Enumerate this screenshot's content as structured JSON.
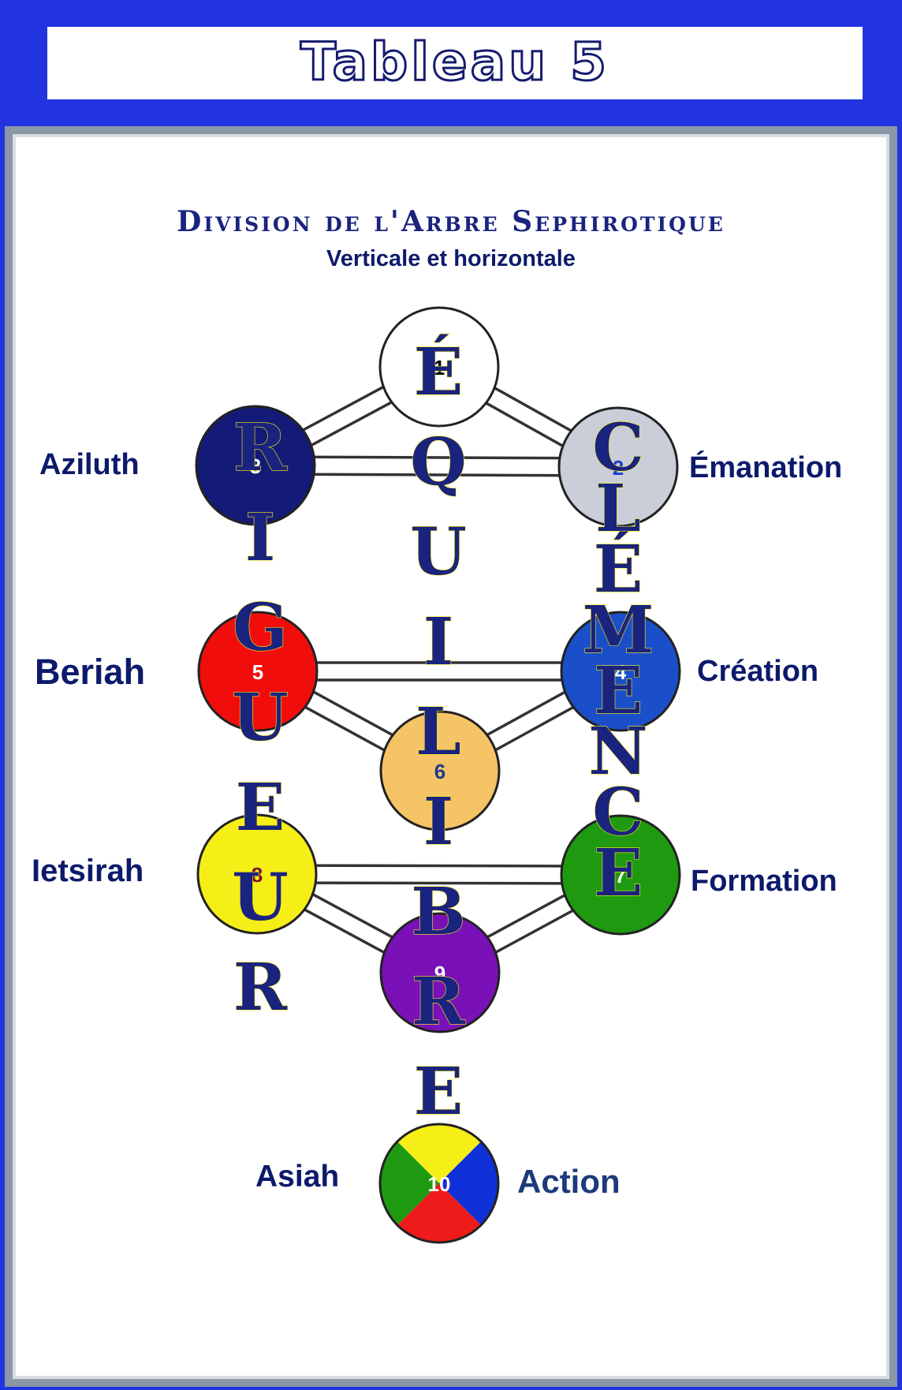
{
  "header": {
    "title": "Tableau 5"
  },
  "diagram": {
    "title": "Division de l'Arbre Sephirotique",
    "subtitle": "Verticale et horizontale"
  },
  "worlds_left": [
    "Aziluth",
    "Beriah",
    "Ietsirah",
    "Asiah"
  ],
  "worlds_right": [
    "Émanation",
    "Création",
    "Formation",
    "Action"
  ],
  "sephiroth": [
    {
      "number": "1",
      "color": "#ffffff"
    },
    {
      "number": "2",
      "color": "#c9ced8"
    },
    {
      "number": "3",
      "color": "#141a78"
    },
    {
      "number": "4",
      "color": "#1a4fc9"
    },
    {
      "number": "5",
      "color": "#f20d0d"
    },
    {
      "number": "6",
      "color": "#f5c466"
    },
    {
      "number": "7",
      "color": "#1f9a10"
    },
    {
      "number": "8",
      "color": "#f5ef17"
    },
    {
      "number": "9",
      "color": "#7a10b8"
    },
    {
      "number": "10",
      "color": "quartered"
    }
  ],
  "malkuth_colors": [
    "#f5ef17",
    "#1030d8",
    "#ef1a1a",
    "#1f9a10"
  ],
  "pillars": {
    "left": "RIGUEUR",
    "center": "ÉQUILIBRE",
    "right": "CLÉMENCE"
  },
  "colors": {
    "accent": "#1a237e",
    "frame": "#2234e0"
  }
}
